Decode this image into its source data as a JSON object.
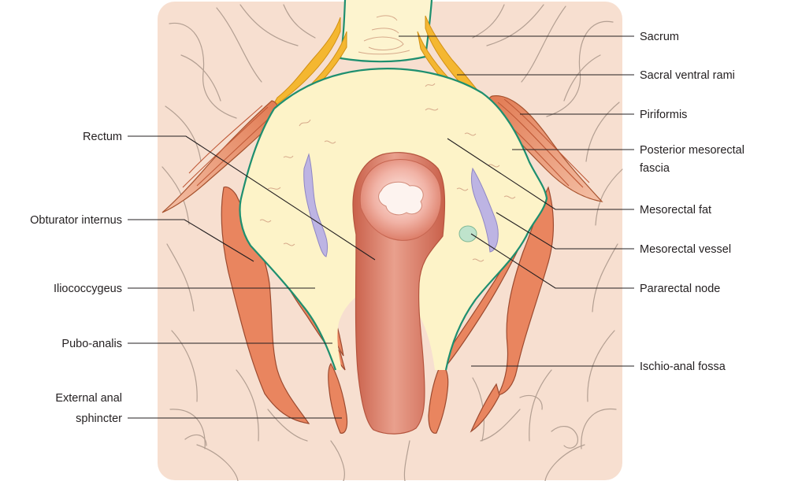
{
  "labels": {
    "sacrum": "Sacrum",
    "sacral_ventral_rami": "Sacral ventral rami",
    "piriformis": "Piriformis",
    "posterior_mesorectal_fascia_1": "Posterior mesorectal",
    "posterior_mesorectal_fascia_2": "fascia",
    "mesorectal_fat": "Mesorectal fat",
    "mesorectal_vessel": "Mesorectal vessel",
    "pararectal_node": "Pararectal node",
    "ischio_anal_fossa": "Ischio-anal fossa",
    "rectum": "Rectum",
    "obturator_internus": "Obturator internus",
    "iliococcygeus": "Iliococcygeus",
    "pubo_analis": "Pubo-analis",
    "external_anal_sphincter_1": "External anal",
    "external_anal_sphincter_2": "sphincter"
  },
  "colors": {
    "background_panel": "#f7dfd0",
    "mesorectal_fat": "#fdf3c8",
    "fascia_line": "#1e8f6f",
    "muscle": "#e9855f",
    "rectum_wall": "#d9715a",
    "mucosa": "#f4c9c0",
    "vessel": "#bdb4e3",
    "node": "#bfe3cc",
    "nerve": "#f4b731",
    "sacrum": "#fdf4cf"
  }
}
